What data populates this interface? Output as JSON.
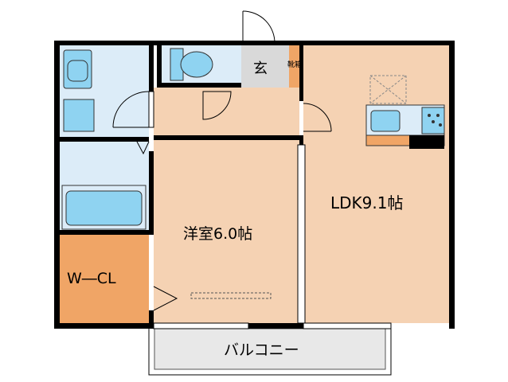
{
  "rooms": {
    "western_room": "洋室6.0帖",
    "ldk": "LDK9.1帖",
    "walk_in_closet": "W―CL",
    "balcony": "バルコニー",
    "entrance": "玄",
    "shoe_box": "靴箱"
  },
  "colors": {
    "wet_area": "#dcecf8",
    "room_floor": "#f5d2b3",
    "closet": "#f0a566",
    "entrance_floor": "#d9d9d9",
    "balcony_floor": "#e8e8e8",
    "fixture_blue": "#8fd3f1",
    "wall": "#000000"
  }
}
